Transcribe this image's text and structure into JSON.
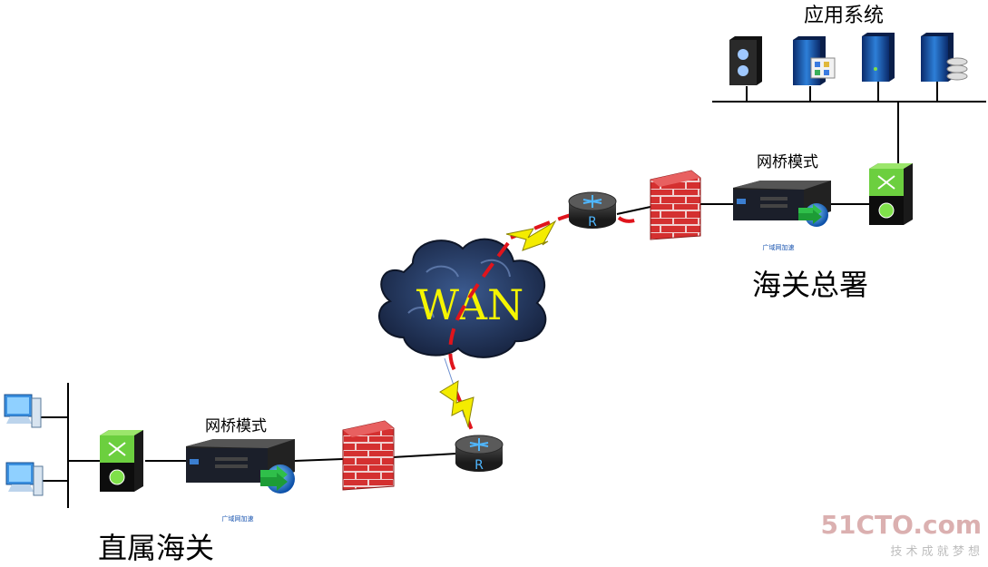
{
  "labels": {
    "app_systems": "应用系统",
    "bridge_mode_hq": "网桥模式",
    "bridge_mode_branch": "网桥模式",
    "hq": "海关总署",
    "branch": "直属海关",
    "wan": "WAN",
    "router_hq": "R",
    "router_branch": "R",
    "accel_hq": "广域网加速",
    "accel_branch": "广域网加速"
  },
  "watermark": {
    "brand": "51CTO.com",
    "slogan": "技 术 成 就 梦 想"
  },
  "colors": {
    "wan_text": "#f5f500",
    "cloud": "#1d2f55",
    "dashed_link": "#e0141c",
    "lightning": "#f4ec00",
    "firewall": "#d02a2a",
    "switch_top": "#5cc23a",
    "watermark": "#d9a7a7"
  },
  "icons": [
    "server-icon",
    "switch-icon",
    "accelerator-icon",
    "firewall-icon",
    "router-icon",
    "cloud-icon",
    "pc-icon",
    "lightning-icon"
  ]
}
